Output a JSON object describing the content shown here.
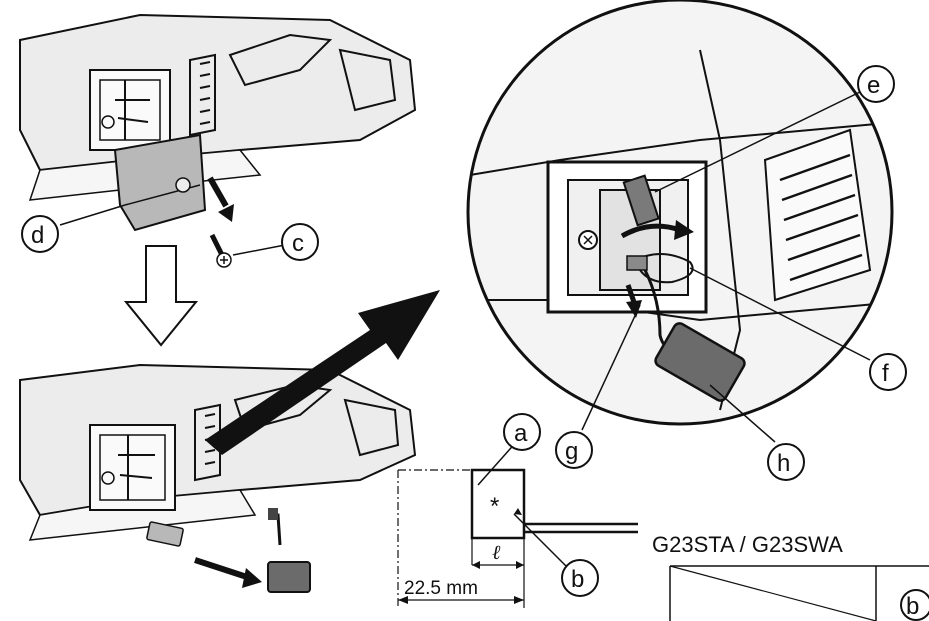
{
  "callouts": {
    "a": "a",
    "b": "b",
    "c": "c",
    "d": "d",
    "e": "e",
    "f": "f",
    "g": "g",
    "h": "h"
  },
  "brush_dimension": {
    "length_text": "22.5 mm",
    "length_symbol": "ℓ",
    "marker": "*"
  },
  "table": {
    "model_heading": "G23STA / G23SWA",
    "partial_cell": "b"
  },
  "colors": {
    "line": "#111111",
    "tool_gray": "#d9d9d9",
    "brush_gray": "#6b6b6b",
    "cover_gray": "#b8b8b8"
  }
}
